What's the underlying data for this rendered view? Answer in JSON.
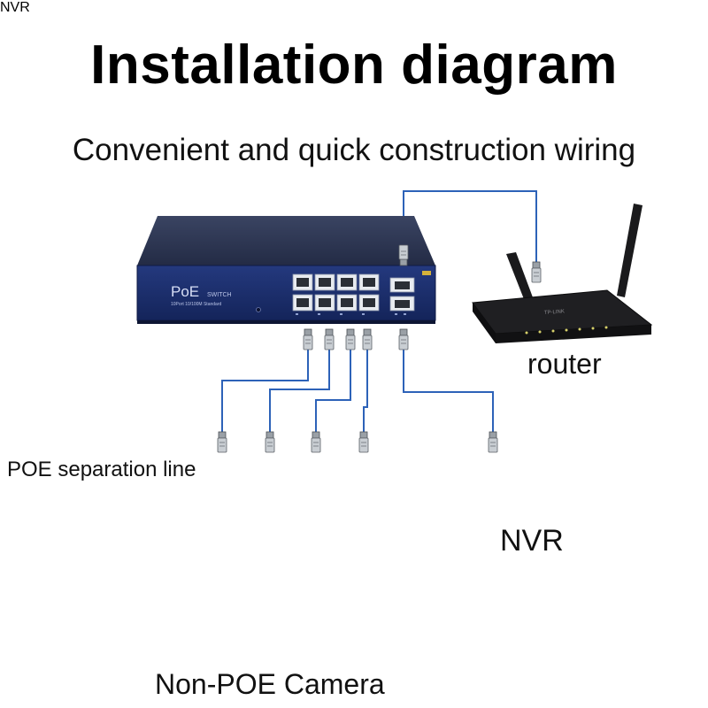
{
  "title": "Installation diagram",
  "subtitle": "Convenient and quick construction wiring",
  "labels": {
    "router": "router",
    "nvr": "NVR",
    "separation_line": "POE separation line",
    "camera": "Non-POE Camera"
  },
  "switch": {
    "brand": "PoE",
    "model": "SWITCH",
    "spec": "10Port 10/100M Standard",
    "poe_ports": 8,
    "uplink_ports": 2
  },
  "router_brand": "TP-LINK",
  "nvr_brand": "NVR",
  "camera_count": 4,
  "colors": {
    "cable": "#2d62b8",
    "switch_front": "#1a2e6e",
    "switch_top": "#2a3552",
    "device_dark": "#1b1b1d"
  },
  "icons": [
    "poe-switch-icon",
    "router-icon",
    "nvr-icon",
    "poe-splitter-icon",
    "camera-icon",
    "rj45-connector-icon"
  ]
}
